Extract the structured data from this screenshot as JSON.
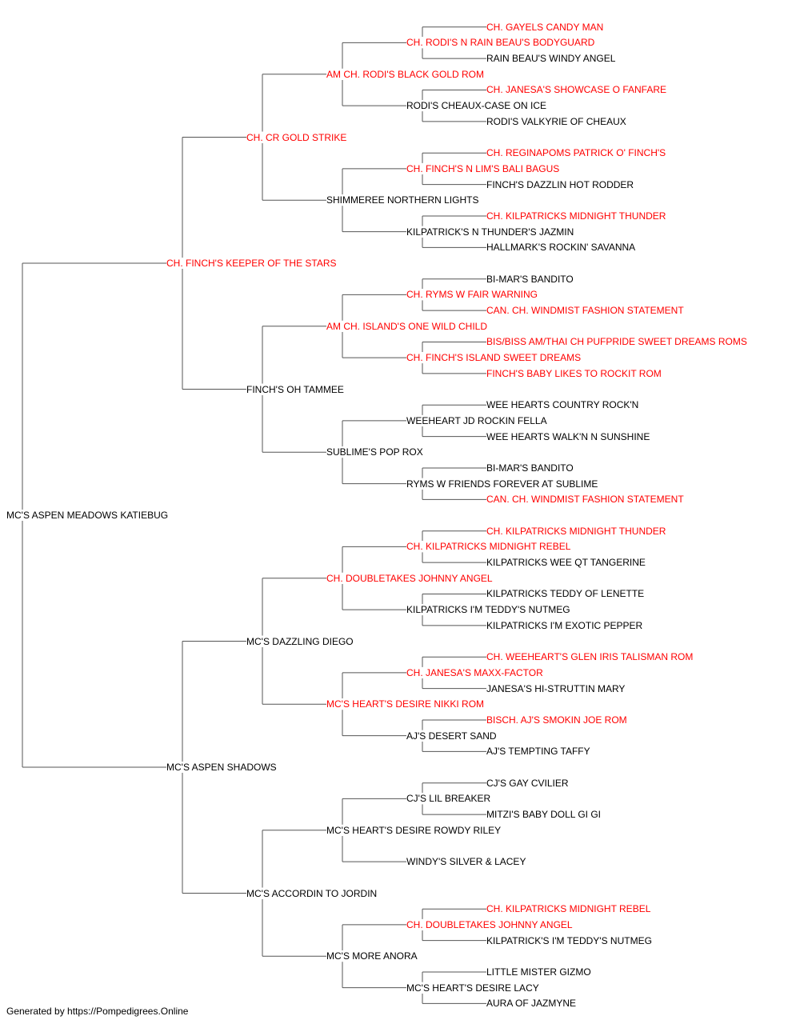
{
  "colors": {
    "champion": "#ff0000",
    "regular": "#000000",
    "line": "#555555"
  },
  "pedigree": {
    "name": "MC'S ASPEN MEADOWS KATIEBUG",
    "champion": false,
    "sire": {
      "name": "CH. FINCH'S KEEPER OF THE STARS",
      "champion": true,
      "sire": {
        "name": "CH. CR GOLD STRIKE",
        "champion": true,
        "sire": {
          "name": "AM CH. RODI'S BLACK GOLD ROM",
          "champion": true,
          "sire": {
            "name": "CH. RODI'S N RAIN BEAU'S BODYGUARD",
            "champion": true,
            "sire": {
              "name": "CH. GAYELS CANDY MAN",
              "champion": true
            },
            "dam": {
              "name": "RAIN BEAU'S WINDY ANGEL",
              "champion": false
            }
          },
          "dam": {
            "name": "RODI'S CHEAUX-CASE ON ICE",
            "champion": false,
            "sire": {
              "name": "CH. JANESA'S SHOWCASE O FANFARE",
              "champion": true
            },
            "dam": {
              "name": "RODI'S VALKYRIE OF CHEAUX",
              "champion": false
            }
          }
        },
        "dam": {
          "name": "SHIMMEREE NORTHERN LIGHTS",
          "champion": false,
          "sire": {
            "name": "CH. FINCH'S N LIM'S BALI BAGUS",
            "champion": true,
            "sire": {
              "name": "CH. REGINAPOMS PATRICK O' FINCH'S",
              "champion": true
            },
            "dam": {
              "name": "FINCH'S DAZZLIN HOT RODDER",
              "champion": false
            }
          },
          "dam": {
            "name": "KILPATRICK'S N THUNDER'S JAZMIN",
            "champion": false,
            "sire": {
              "name": "CH. KILPATRICKS MIDNIGHT THUNDER",
              "champion": true
            },
            "dam": {
              "name": "HALLMARK'S ROCKIN' SAVANNA",
              "champion": false
            }
          }
        }
      },
      "dam": {
        "name": "FINCH'S OH TAMMEE",
        "champion": false,
        "sire": {
          "name": "AM CH. ISLAND'S ONE WILD CHILD",
          "champion": true,
          "sire": {
            "name": "CH. RYMS W FAIR WARNING",
            "champion": true,
            "sire": {
              "name": "BI-MAR'S BANDITO",
              "champion": false
            },
            "dam": {
              "name": "CAN. CH. WINDMIST FASHION STATEMENT",
              "champion": true
            }
          },
          "dam": {
            "name": "CH. FINCH'S ISLAND SWEET DREAMS",
            "champion": true,
            "sire": {
              "name": "BIS/BISS AM/THAI CH PUFPRIDE SWEET DREAMS ROMS",
              "champion": true
            },
            "dam": {
              "name": "FINCH'S BABY LIKES TO ROCKIT ROM",
              "champion": true
            }
          }
        },
        "dam": {
          "name": "SUBLIME'S POP ROX",
          "champion": false,
          "sire": {
            "name": "WEEHEART JD ROCKIN FELLA",
            "champion": false,
            "sire": {
              "name": "WEE HEARTS COUNTRY ROCK'N",
              "champion": false
            },
            "dam": {
              "name": "WEE HEARTS WALK'N N SUNSHINE",
              "champion": false
            }
          },
          "dam": {
            "name": "RYMS W FRIENDS FOREVER AT SUBLIME",
            "champion": false,
            "sire": {
              "name": "BI-MAR'S BANDITO",
              "champion": false
            },
            "dam": {
              "name": "CAN. CH. WINDMIST FASHION STATEMENT",
              "champion": true
            }
          }
        }
      }
    },
    "dam": {
      "name": "MC'S ASPEN SHADOWS",
      "champion": false,
      "sire": {
        "name": "MC'S DAZZLING DIEGO",
        "champion": false,
        "sire": {
          "name": "CH. DOUBLETAKES JOHNNY ANGEL",
          "champion": true,
          "sire": {
            "name": "CH. KILPATRICKS MIDNIGHT REBEL",
            "champion": true,
            "sire": {
              "name": "CH. KILPATRICKS MIDNIGHT THUNDER",
              "champion": true
            },
            "dam": {
              "name": "KILPATRICKS WEE QT TANGERINE",
              "champion": false
            }
          },
          "dam": {
            "name": "KILPATRICKS I'M TEDDY'S NUTMEG",
            "champion": false,
            "sire": {
              "name": "KILPATRICKS TEDDY OF LENETTE",
              "champion": false
            },
            "dam": {
              "name": "KILPATRICKS I'M EXOTIC PEPPER",
              "champion": false
            }
          }
        },
        "dam": {
          "name": "MC'S HEART'S DESIRE NIKKI ROM",
          "champion": true,
          "sire": {
            "name": "CH. JANESA'S MAXX-FACTOR",
            "champion": true,
            "sire": {
              "name": "CH. WEEHEART'S GLEN IRIS TALISMAN ROM",
              "champion": true
            },
            "dam": {
              "name": "JANESA'S HI-STRUTTIN MARY",
              "champion": false
            }
          },
          "dam": {
            "name": "AJ'S DESERT SAND",
            "champion": false,
            "sire": {
              "name": "BISCH. AJ'S SMOKIN JOE ROM",
              "champion": true
            },
            "dam": {
              "name": "AJ'S TEMPTING TAFFY",
              "champion": false
            }
          }
        }
      },
      "dam": {
        "name": "MC'S ACCORDIN TO JORDIN",
        "champion": false,
        "sire": {
          "name": "MC'S HEART'S DESIRE ROWDY RILEY",
          "champion": false,
          "sire": {
            "name": "CJ'S LIL BREAKER",
            "champion": false,
            "sire": {
              "name": "CJ'S GAY CVILIER",
              "champion": false
            },
            "dam": {
              "name": "MITZI'S BABY DOLL GI GI",
              "champion": false
            }
          },
          "dam": {
            "name": "WINDY'S SILVER & LACEY",
            "champion": false
          }
        },
        "dam": {
          "name": "MC'S MORE ANORA",
          "champion": false,
          "sire": {
            "name": "CH. DOUBLETAKES JOHNNY ANGEL",
            "champion": true,
            "sire": {
              "name": "CH. KILPATRICKS MIDNIGHT REBEL",
              "champion": true
            },
            "dam": {
              "name": "KILPATRICK'S I'M TEDDY'S NUTMEG",
              "champion": false
            }
          },
          "dam": {
            "name": "MC'S HEART'S DESIRE LACY",
            "champion": false,
            "sire": {
              "name": "LITTLE MISTER GIZMO",
              "champion": false
            },
            "dam": {
              "name": "AURA OF JAZMYNE",
              "champion": false
            }
          }
        }
      }
    }
  },
  "footer": "Generated by https://Pompedigrees.Online"
}
